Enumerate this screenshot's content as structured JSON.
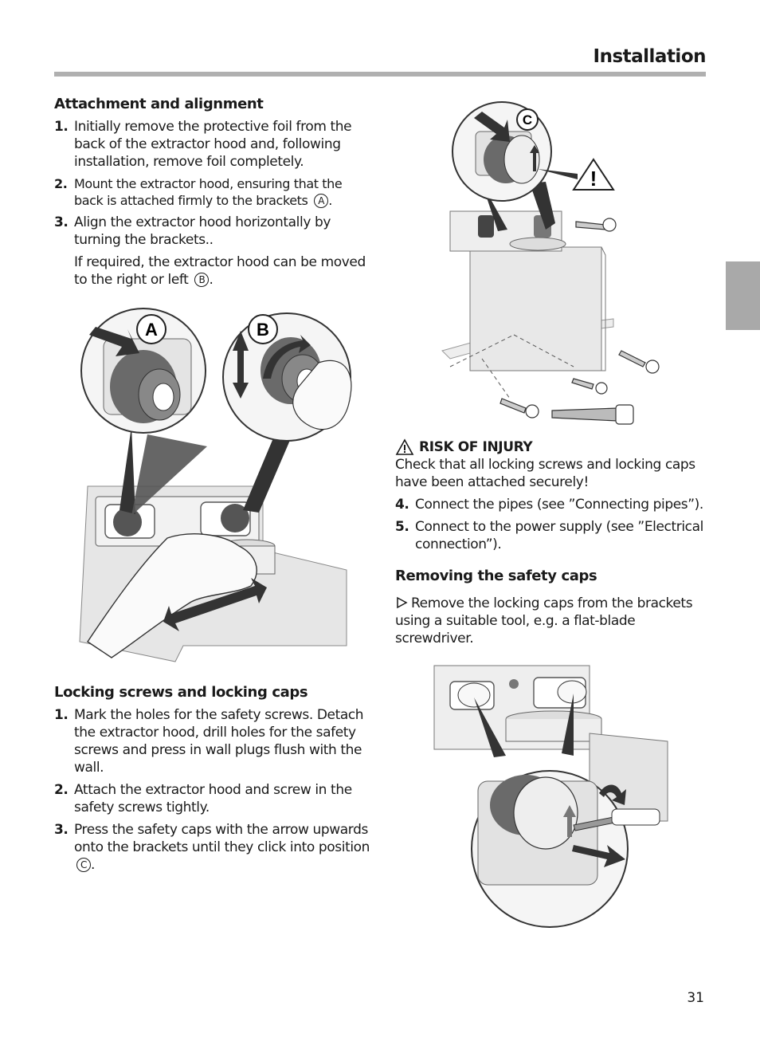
{
  "header": {
    "title": "Installation"
  },
  "section_attach": {
    "heading": "Attachment and alignment",
    "items": [
      {
        "num": "1.",
        "text": "Initially remove the protective foil from the back of the extractor hood and, following installation, remove foil completely."
      },
      {
        "num": "2.",
        "text": "Mount the extractor hood, ensuring that the back is attached firmly to the brackets",
        "ref": "A",
        "after": "."
      },
      {
        "num": "3.",
        "text": "Align the extractor hood horizontally by turning the brackets.."
      }
    ],
    "note": {
      "text": "If required, the extractor hood can be moved to the right or left",
      "ref": "B",
      "after": "."
    }
  },
  "section_locking": {
    "heading": "Locking screws and locking caps",
    "items": [
      {
        "num": "1.",
        "text": "Mark the holes for the safety screws. Detach the extractor hood, drill holes for the safety screws and press in wall plugs flush with the wall."
      },
      {
        "num": "2.",
        "text": "Attach the extractor hood and screw in the safety screws tightly."
      },
      {
        "num": "3.",
        "text": "Press the safety caps with the arrow upwards onto the brackets until they click into position",
        "ref": "C",
        "after": "."
      }
    ]
  },
  "warning": {
    "heading": "RISK OF INJURY",
    "text": "Check that all locking screws and locking caps have been attached securely!"
  },
  "section_continue": {
    "items": [
      {
        "num": "4.",
        "text": "Connect the pipes (see ”Connecting pipes”)."
      },
      {
        "num": "5.",
        "text": "Connect to the power supply (see ”Electrical connection”)."
      }
    ]
  },
  "section_remove": {
    "heading": "Removing the safety caps",
    "text": "Remove the locking caps from the brackets using a suitable tool, e.g. a flat-blade screwdriver."
  },
  "figures": {
    "fig_ab": {
      "label_a": "A",
      "label_b": "B"
    },
    "fig_c": {
      "label_c": "C"
    }
  },
  "page_number": "31"
}
